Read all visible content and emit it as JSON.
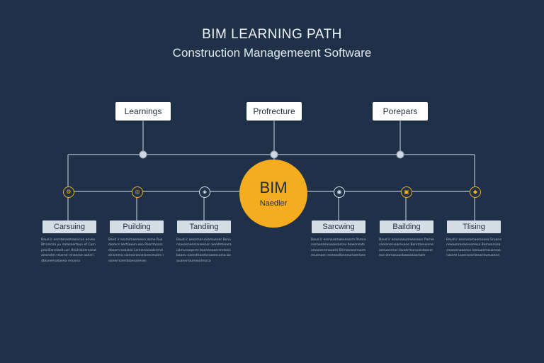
{
  "header": {
    "title": "BIM LEARNING PATH",
    "subtitle": "Construction Managemeent Software"
  },
  "top_boxes": [
    {
      "label": "Learnings"
    },
    {
      "label": "Profrecture"
    },
    {
      "label": "Porepars"
    }
  ],
  "center": {
    "title": "BIM",
    "subtitle": "Naedler"
  },
  "steps": [
    {
      "label": "Carsuing",
      "icon": "gear-icon",
      "color": "yellow",
      "glyph": "⚙",
      "text": "Baud ir essntaroemaesicuo aoveo Btrcelcmi yu nalasnertaun ef Cornpeoiilianelaeit uor Hnulslaeerssnataieorotel rstarnd ninaesse aalne idbiunemodaeea rmosnu"
    },
    {
      "label": "Puilding",
      "icon": "layers-icon",
      "color": "yellow",
      "glyph": "◎",
      "text": "Bsed ir essmimaemeen asme Ruaolerecs aerfseeun eeo Pserrmnnrseboarnrusaiaso Lemienscaalsrendainsmma sioneorasnelonecmaies loonerrsamdobesaneses"
    },
    {
      "label": "Tandiing",
      "icon": "compass-icon",
      "color": "white",
      "glyph": "◈",
      "text": "Baud ir aeacmaruaiamueoer Bsnunsauasnensrsuaerion aeodntsearauamvsaopsrnl baoneeoasrsnrdassbaaeu naendhasetsnaeesruma boauanerroumeadrnoca"
    },
    {
      "label": "Sarcwing",
      "icon": "target-icon",
      "color": "white",
      "glyph": "◉",
      "text": "Baud ir essnaramaeseoarm Rsmronacoenseaneoesarsnu bawonsatsamaoesnmauees Bsmaeaesrsuomesuenaen esmosdlonneumaerloes"
    },
    {
      "label": "Bailding",
      "icon": "building-icon",
      "color": "yellow",
      "glyph": "▣",
      "text": "Baud ir aesonaaumsesnoon Parnlesaoiansruoareuaoe Benntanusoneaenuonrnas lavodrmuruusntaasereus dnmasuunbasoasaorsaln"
    },
    {
      "label": "Tlising",
      "icon": "flame-icon",
      "color": "yellow",
      "glyph": "◆",
      "text": "Baud ir essnaramaemnoea Sruonaneeoenroeaseuanesa Bamennseasnaousnaaeeus loeouaemsuarnaonasere Lsaenseorlanarmueuaene"
    }
  ],
  "colors": {
    "background": "#1f3148",
    "accent": "#f5ac1e",
    "line": "#9aa8b8",
    "label_bg": "#d4dde6"
  }
}
